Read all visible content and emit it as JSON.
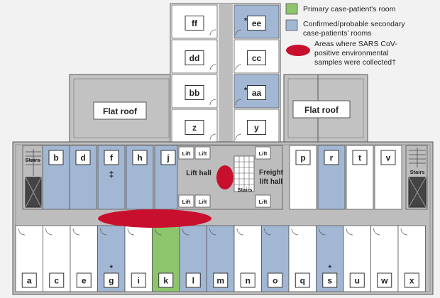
{
  "legend": {
    "primary": "Primary case-patient's room",
    "secondary_line1": "Confirmed/probable secondary",
    "secondary_line2": "case-patients' rooms",
    "samples_line1": "Areas where SARS CoV-",
    "samples_line2": "positive environmental",
    "samples_line3": "samples were collected†"
  },
  "colors": {
    "primary": "#8dc56d",
    "secondary": "#a2b7d3",
    "sample": "#c8102e",
    "corridor": "#bdbdbd",
    "roof": "#c2c2c2",
    "room": "#ffffff"
  },
  "labels": {
    "flat_roof_left": "Flat roof",
    "flat_roof_right": "Flat roof",
    "lift_hall": "Lift hall",
    "freight_line1": "Freight",
    "freight_line2": "lift hall",
    "stairs": "Stairs",
    "lift": "Lift",
    "dagger": "‡",
    "star": "*"
  },
  "upper_rooms": [
    {
      "label": "ff",
      "status": "none"
    },
    {
      "label": "ee",
      "status": "secondary",
      "star": true
    },
    {
      "label": "dd",
      "status": "none"
    },
    {
      "label": "cc",
      "status": "none"
    },
    {
      "label": "bb",
      "status": "none"
    },
    {
      "label": "aa",
      "status": "secondary",
      "star": true
    },
    {
      "label": "z",
      "status": "none"
    },
    {
      "label": "y",
      "status": "none"
    }
  ],
  "north_rooms": [
    {
      "label": "b",
      "status": "secondary"
    },
    {
      "label": "d",
      "status": "secondary"
    },
    {
      "label": "f",
      "status": "secondary",
      "dagger": true
    },
    {
      "label": "h",
      "status": "secondary"
    },
    {
      "label": "j",
      "status": "secondary"
    },
    {
      "label": "p",
      "status": "none"
    },
    {
      "label": "r",
      "status": "secondary"
    },
    {
      "label": "t",
      "status": "none"
    },
    {
      "label": "v",
      "status": "none"
    }
  ],
  "south_rooms": [
    {
      "label": "a",
      "status": "none"
    },
    {
      "label": "c",
      "status": "none"
    },
    {
      "label": "e",
      "status": "none"
    },
    {
      "label": "g",
      "status": "secondary",
      "star": true
    },
    {
      "label": "i",
      "status": "none"
    },
    {
      "label": "k",
      "status": "primary"
    },
    {
      "label": "l",
      "status": "secondary"
    },
    {
      "label": "m",
      "status": "secondary"
    },
    {
      "label": "n",
      "status": "none"
    },
    {
      "label": "o",
      "status": "secondary"
    },
    {
      "label": "q",
      "status": "none"
    },
    {
      "label": "s",
      "status": "secondary",
      "star": true
    },
    {
      "label": "u",
      "status": "none"
    },
    {
      "label": "w",
      "status": "none"
    },
    {
      "label": "x",
      "status": "none"
    }
  ]
}
